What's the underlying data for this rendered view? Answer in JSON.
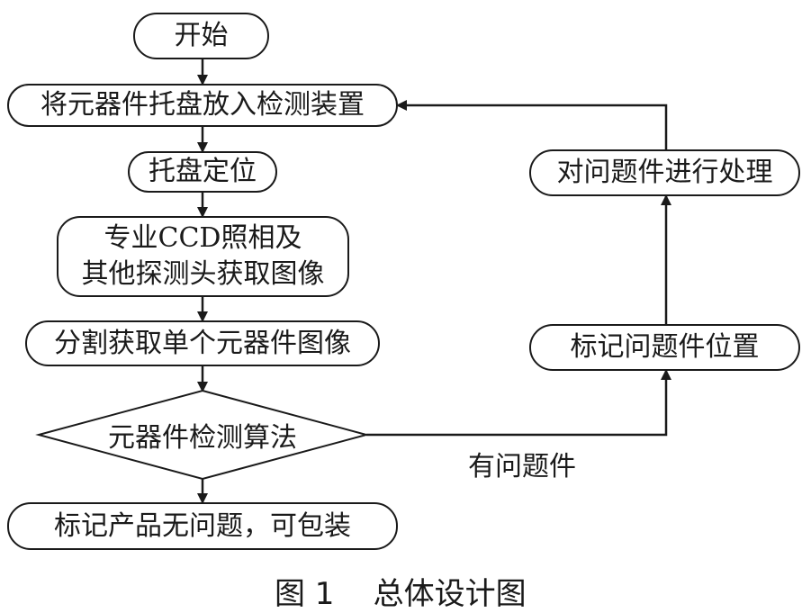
{
  "nodes": {
    "start": "开始",
    "place_tray": "将元器件托盘放入检测装置",
    "tray_position": "托盘定位",
    "capture_line1": "专业CCD照相及",
    "capture_line2": "其他探测头获取图像",
    "segment": "分割获取单个元器件图像",
    "algorithm": "元器件检测算法",
    "mark_ok": "标记产品无问题，可包装",
    "mark_problem": "标记问题件位置",
    "handle_problem": "对问题件进行处理"
  },
  "edges": {
    "has_problem_label": "有问题件"
  },
  "caption": "图 1    总体设计图"
}
